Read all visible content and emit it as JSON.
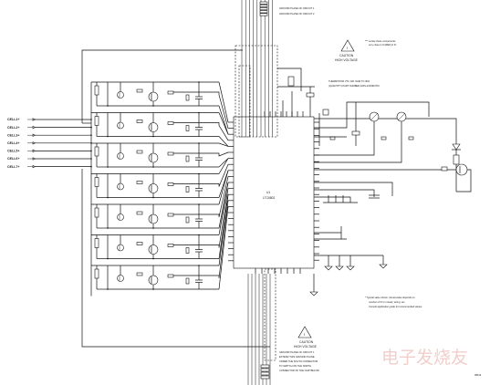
{
  "cells": [
    "CELL1+",
    "CELL2+",
    "CELL3+",
    "CELL4+",
    "CELL5+",
    "CELL6+",
    "CELL7+"
  ],
  "notes": {
    "ground_top": [
      "GROUND PLANE OF CIRCUIT 1",
      "GROUND PLANE OF CIRCUIT 2"
    ],
    "caution_top": [
      "CAUTION",
      "HIGH VOLTAGE"
    ],
    "locate_note": [
      "*** Locate these components",
      "very close to IC(REF)-0 IC"
    ],
    "thermistor_note": [
      "THERMISTOR VTC 10K OHM TO 3KΩ",
      "(QUANTITY) PART NUMBER FA6V-103/3D4TM"
    ],
    "typical_note": [
      "* Typical value shown. Actual value depends on",
      "number of IC's in stack, wiring, etc.",
      "Consult application guide for recommended values."
    ],
    "caution_bottom": [
      "CAUTION",
      "HIGH VOLTAGE"
    ],
    "ground_bottom": [
      "GROUND PLANE OF CIRCUIT 1",
      "EXTEND THIS GROUND PLANE",
      "UNDER THE SOUTH CONNECTOR",
      "TO SWITCH ON THE NORTH",
      "CONNECTOR OF THE CHIP BELOW"
    ]
  },
  "ic": {
    "designator": "U1",
    "part": "LTC6802"
  },
  "figure_code": "08613",
  "watermark": "电子发烧友"
}
